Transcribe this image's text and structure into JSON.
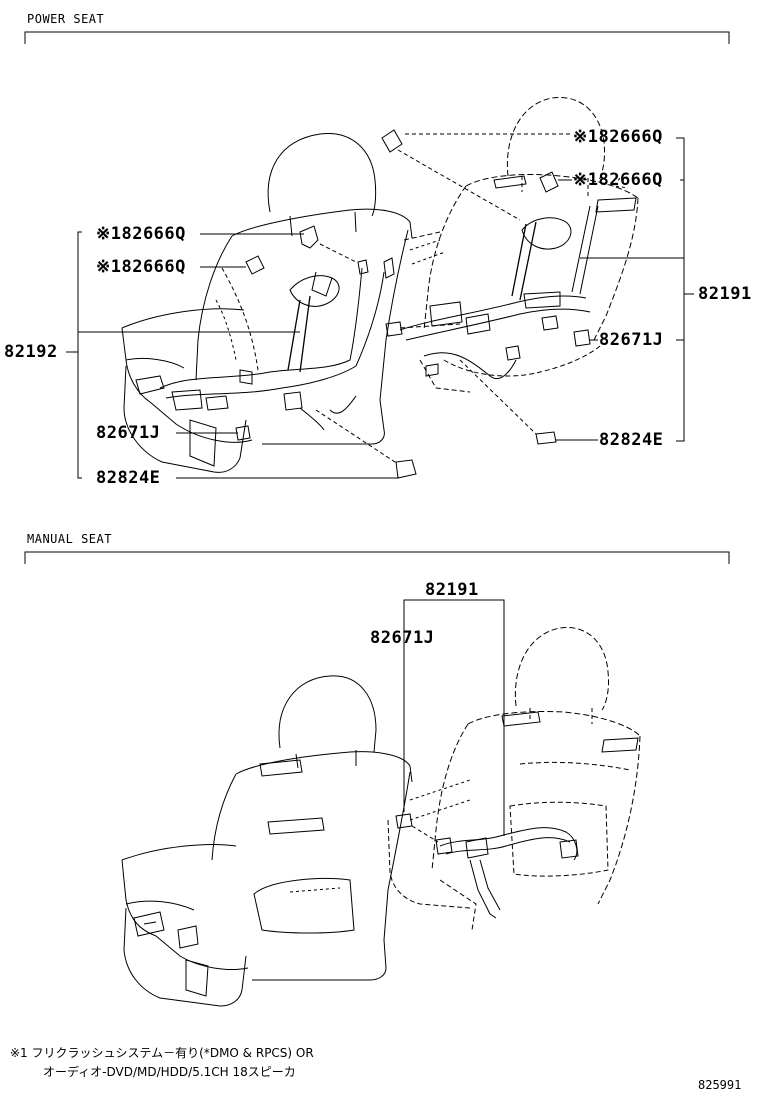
{
  "sections": {
    "power_seat_title": "POWER SEAT",
    "manual_seat_title": "MANUAL SEAT"
  },
  "power_seat": {
    "left_parts": {
      "clip_upper": "※182666Q",
      "clip_lower": "※182666Q",
      "harness": "82192",
      "connector": "82671J",
      "protector": "82824E"
    },
    "right_parts": {
      "clip_upper": "※182666Q",
      "clip_lower": "※182666Q",
      "harness": "82191",
      "connector": "82671J",
      "protector": "82824E"
    }
  },
  "manual_seat": {
    "harness": "82191",
    "connector": "82671J"
  },
  "footnote": {
    "line1": "※1 フリクラッシュシステム－有り(*DMO & RPCS) OR",
    "line2": "オーディオ-DVD/MD/HDD/5.1CH 18スピーカ"
  },
  "diagram_code": "825991"
}
